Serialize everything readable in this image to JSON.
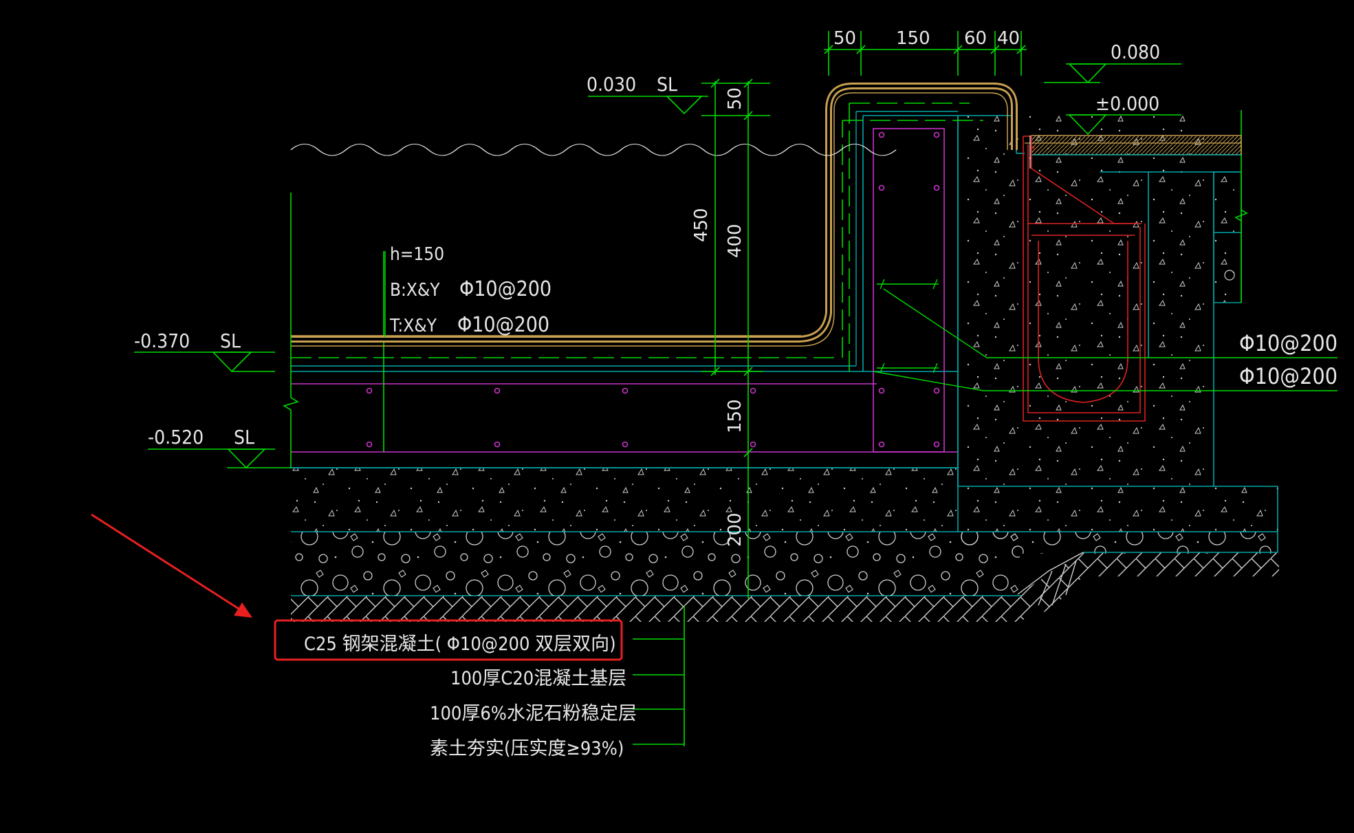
{
  "colors": {
    "background": "#000000",
    "dimension_line": "#00ff00",
    "concrete_outline": "#00a8a8",
    "rebar_dashed": "#00dd00",
    "magenta_frame": "#cc33cc",
    "drain_red": "#dd2222",
    "highlight_box": "#e82020",
    "pointer_arrow": "#e82020",
    "text": "#e8e8e8",
    "tile_layer": "#c8a050"
  },
  "top_dimensions": [
    "50",
    "150",
    "60",
    "40"
  ],
  "vertical_dimensions": {
    "upper_a": "50",
    "upper_total": "450",
    "upper_b": "400",
    "middle": "150",
    "lower": "200"
  },
  "elevations": {
    "pool_top": {
      "value": "0.030",
      "tag": "SL"
    },
    "pool_floor": {
      "value": "-0.370",
      "tag": "SL"
    },
    "slab_bottom": {
      "value": "-0.520",
      "tag": "SL"
    },
    "deck_top": {
      "value": "0.080"
    },
    "ground_zero": {
      "value": "±0.000"
    }
  },
  "slab_note": {
    "thickness": "h=150",
    "bottom_rebar": "B:X&Y",
    "bottom_rebar_spec": "Φ10@200",
    "top_rebar": "T:X&Y",
    "top_rebar_spec": "Φ10@200"
  },
  "wall_rebar_labels": [
    "Φ10@200",
    "Φ10@200"
  ],
  "layer_legend": [
    "C25  钢架混凝土(     Φ10@200   双层双向)",
    "100厚C20混凝土基层",
    "100厚6%水泥石粉稳定层",
    "素土夯实(压实度≥93%)"
  ]
}
